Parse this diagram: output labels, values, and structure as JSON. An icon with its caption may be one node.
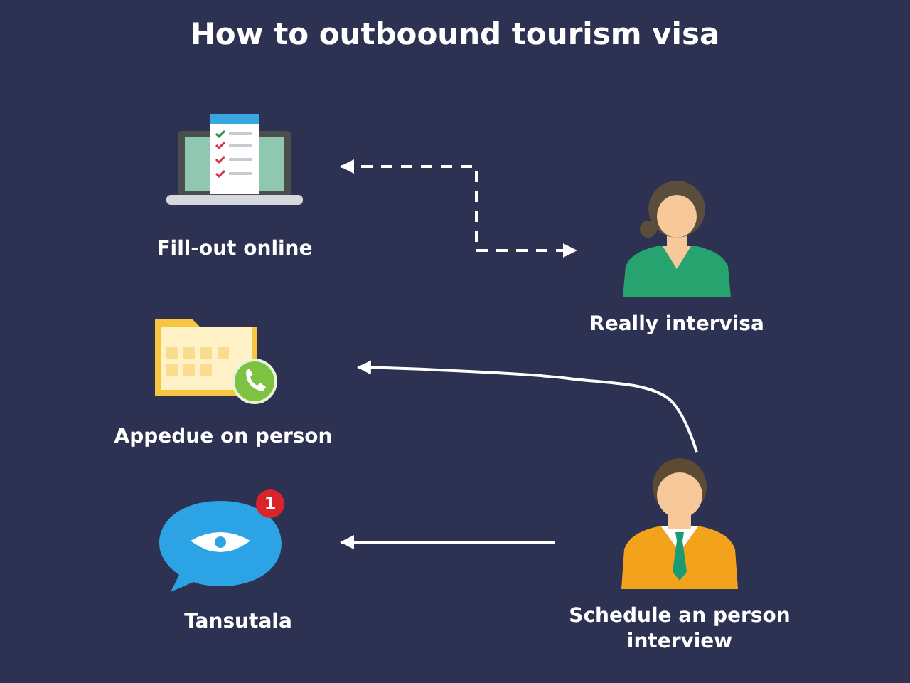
{
  "diagram": {
    "title": "How to outboound tourism visa",
    "nodes": [
      {
        "text": [
          "Fill-out online"
        ]
      },
      {
        "text": [
          "Really intervisa"
        ]
      },
      {
        "text": [
          "Appedue on person"
        ]
      },
      {
        "text": [
          "Tansutala"
        ]
      },
      {
        "text": [
          "Schedule an person interview"
        ]
      }
    ],
    "edges": [
      {
        "from": 0,
        "to": 1,
        "arrow": "both",
        "style": "dashed"
      },
      {
        "from": 4,
        "to": 2,
        "arrow": "to"
      },
      {
        "from": 4,
        "to": 3,
        "arrow": "to"
      }
    ],
    "labels": [
      "1"
    ]
  }
}
